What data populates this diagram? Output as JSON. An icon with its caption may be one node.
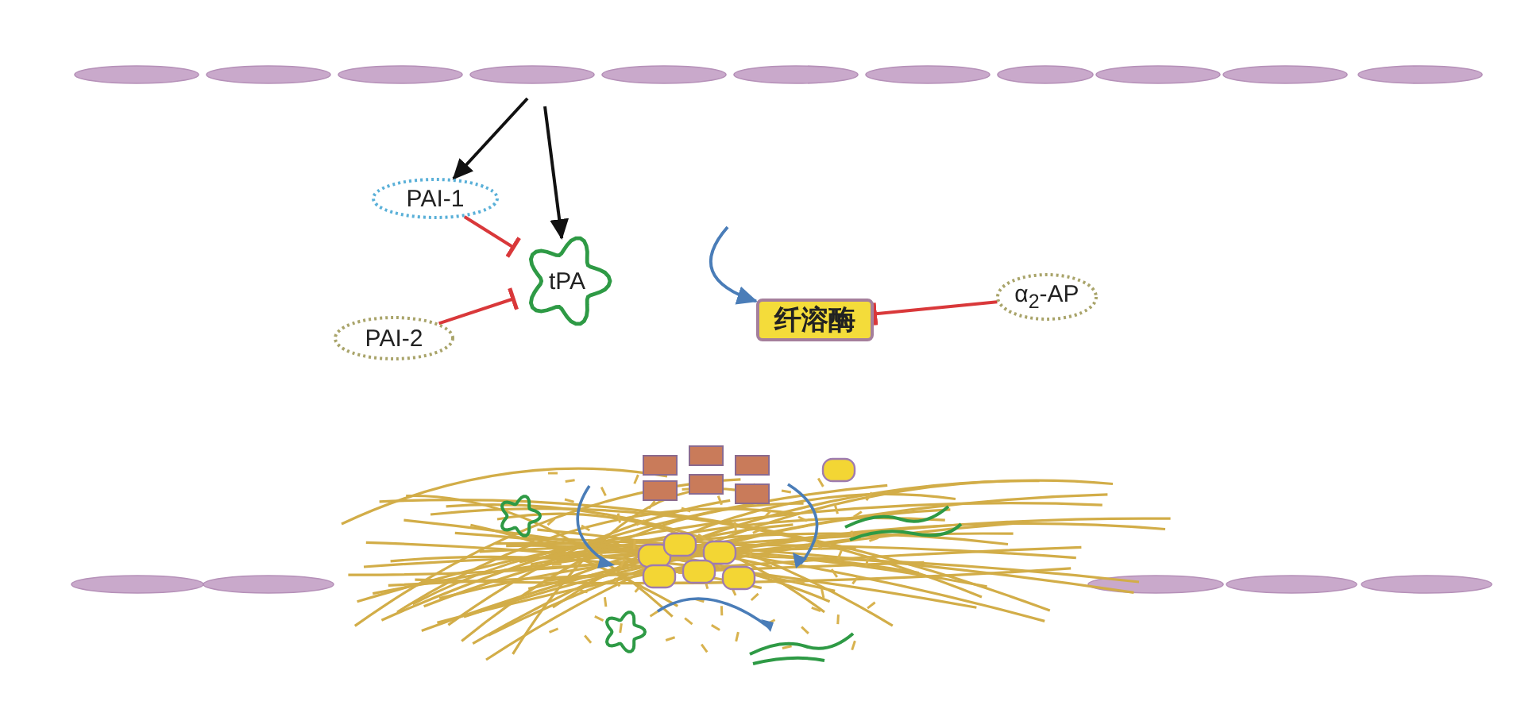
{
  "diagram": {
    "nodes": [
      {
        "text": [
          "PAI-1"
        ]
      },
      {
        "text": [
          "tPA"
        ]
      },
      {
        "text": [
          "纤溶酶"
        ]
      },
      {
        "text": [
          "α$_{2}$-AP"
        ]
      },
      {
        "text": [
          "PAI-2"
        ]
      }
    ],
    "edges": [
      {
        "from": null,
        "to": 0,
        "arrow": "to",
        "color": "#111111"
      },
      {
        "from": null,
        "to": 1,
        "arrow": "to",
        "color": "#111111"
      },
      {
        "from": 0,
        "to": 1,
        "arrow": "other"
      },
      {
        "from": 4,
        "to": 1,
        "arrow": "other"
      },
      {
        "from": null,
        "to": 2,
        "arrow": "to",
        "color": "#4a7db8"
      },
      {
        "from": 3,
        "to": 2,
        "arrow": "other"
      }
    ]
  }
}
